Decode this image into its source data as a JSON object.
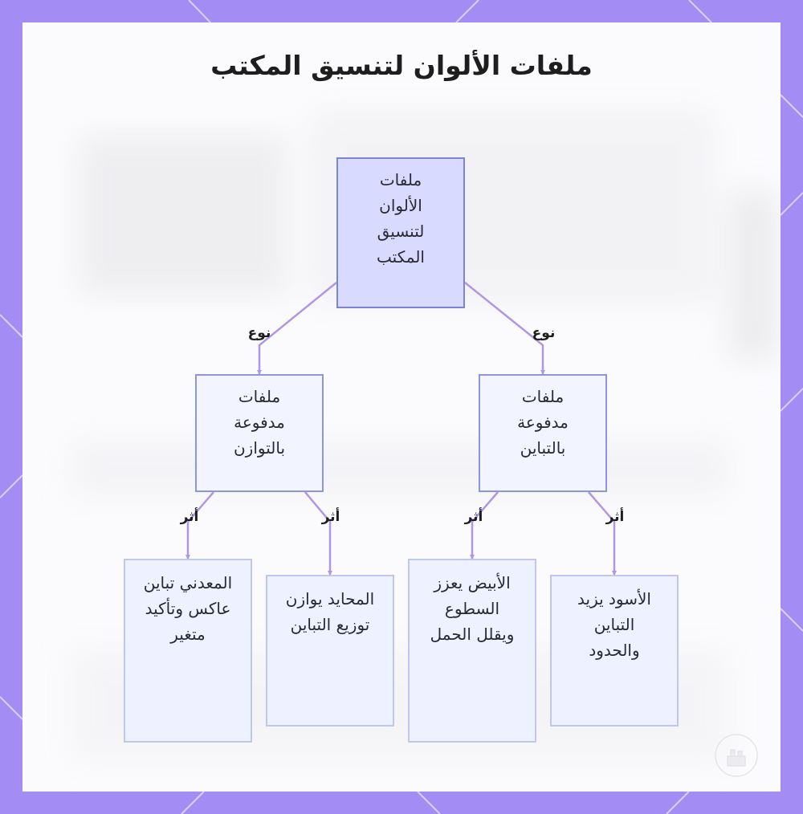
{
  "title": "ملفات الألوان لتنسيق المكتب",
  "colors": {
    "frame": "#a38cf4",
    "card": "#fbfbfd",
    "edge": "#b197e2",
    "root_fill": "#d9daff",
    "root_border": "#7b85d4",
    "mid_fill": "#f2f4ff",
    "leaf_fill": "#eef1ff"
  },
  "nodes": {
    "root": "ملفات الألوان لتنسيق المكتب",
    "balance": "ملفات مدفوعة بالتوازن",
    "contrast": "ملفات مدفوعة بالتباين",
    "metal": "المعدني تباين عاكس وتأكيد متغير",
    "neutral": "المحايد يوازن توزيع التباين",
    "white": "الأبيض يعزز السطوع ويقلل الحمل",
    "black": "الأسود يزيد التباين والحدود"
  },
  "edges": [
    {
      "from": "root",
      "to": "balance",
      "label": "نوع"
    },
    {
      "from": "root",
      "to": "contrast",
      "label": "نوع"
    },
    {
      "from": "balance",
      "to": "metal",
      "label": "أثر"
    },
    {
      "from": "balance",
      "to": "neutral",
      "label": "أثر"
    },
    {
      "from": "contrast",
      "to": "white",
      "label": "أثر"
    },
    {
      "from": "contrast",
      "to": "black",
      "label": "أثر"
    }
  ]
}
